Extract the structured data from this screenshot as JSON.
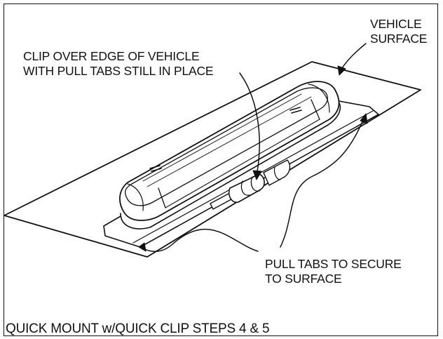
{
  "labels": {
    "vehicle_surface": [
      "VEHICLE",
      "SURFACE"
    ],
    "clip_over_edge": [
      "CLIP OVER EDGE OF VEHICLE",
      "WITH PULL TABS STILL IN PLACE"
    ],
    "pull_tabs": [
      "PULL TABS TO SECURE",
      "TO SURFACE"
    ]
  },
  "caption": "QUICK MOUNT w/QUICK CLIP STEPS 4 & 5"
}
